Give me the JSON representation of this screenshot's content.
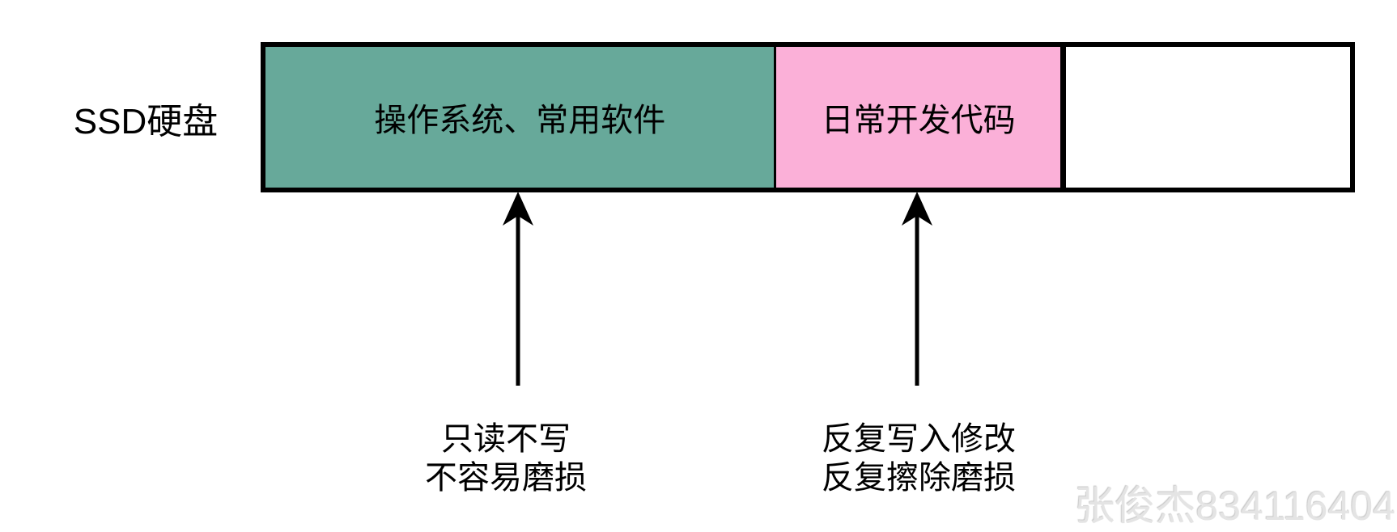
{
  "diagram": {
    "device_label": "SSD硬盘",
    "bar": {
      "segments": [
        {
          "label": "操作系统、常用软件",
          "color": "#67A99A"
        },
        {
          "label": "日常开发代码",
          "color": "#FBB0D8"
        },
        {
          "label": "",
          "color": "#FFFFFF"
        }
      ],
      "border_color": "#000000"
    },
    "annotations": [
      {
        "target": "操作系统、常用软件",
        "line1": "只读不写",
        "line2": "不容易磨损"
      },
      {
        "target": "日常开发代码",
        "line1": "反复写入修改",
        "line2": "反复擦除磨损"
      }
    ],
    "watermark": "张俊杰834116404",
    "colors": {
      "teal_segment": "#67A99A",
      "pink_segment": "#FBB0D8",
      "empty_segment": "#FFFFFF",
      "text": "#000000",
      "watermark_text": "#E4E4E4"
    }
  }
}
